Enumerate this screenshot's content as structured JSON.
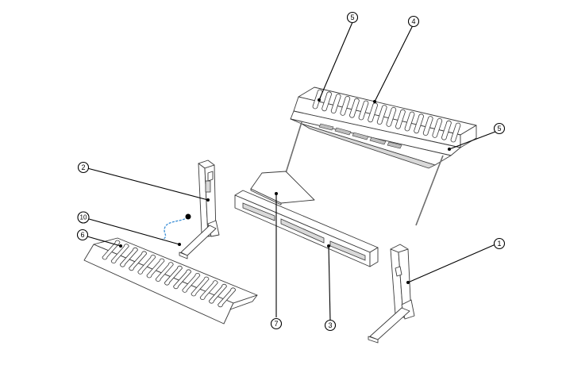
{
  "diagram": {
    "callouts": [
      {
        "id": "callout-5-top",
        "label": "5"
      },
      {
        "id": "callout-4",
        "label": "4"
      },
      {
        "id": "callout-5-right",
        "label": "5"
      },
      {
        "id": "callout-2",
        "label": "2"
      },
      {
        "id": "callout-10",
        "label": "10"
      },
      {
        "id": "callout-6",
        "label": "6"
      },
      {
        "id": "callout-1",
        "label": "1"
      },
      {
        "id": "callout-7",
        "label": "7"
      },
      {
        "id": "callout-3",
        "label": "3"
      }
    ]
  }
}
